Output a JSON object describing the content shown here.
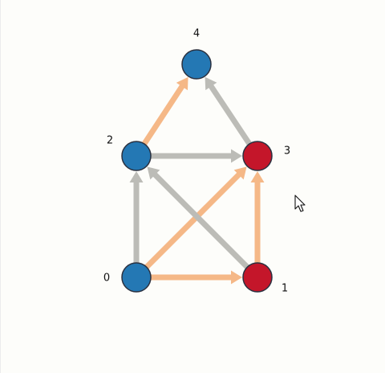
{
  "graph": {
    "colors": {
      "background": "#fdfdfa",
      "node_blue": "#2478b4",
      "node_red": "#c4162a",
      "node_stroke": "#2a3140",
      "edge_orange": "#f5b887",
      "edge_gray": "#bcbcb7"
    },
    "nodes": [
      {
        "id": "0",
        "label": "0",
        "color": "node_blue"
      },
      {
        "id": "1",
        "label": "1",
        "color": "node_red"
      },
      {
        "id": "2",
        "label": "2",
        "color": "node_blue"
      },
      {
        "id": "3",
        "label": "3",
        "color": "node_red"
      },
      {
        "id": "4",
        "label": "4",
        "color": "node_blue"
      }
    ],
    "edges": [
      {
        "from": "0",
        "to": "2",
        "color": "edge_gray"
      },
      {
        "from": "0",
        "to": "1",
        "color": "edge_orange"
      },
      {
        "from": "0",
        "to": "3",
        "color": "edge_orange"
      },
      {
        "from": "1",
        "to": "2",
        "color": "edge_gray"
      },
      {
        "from": "1",
        "to": "3",
        "color": "edge_orange"
      },
      {
        "from": "2",
        "to": "3",
        "color": "edge_gray"
      },
      {
        "from": "2",
        "to": "4",
        "color": "edge_orange"
      },
      {
        "from": "3",
        "to": "4",
        "color": "edge_gray"
      }
    ]
  },
  "cursor": {
    "icon": "arrow-cursor-icon"
  }
}
